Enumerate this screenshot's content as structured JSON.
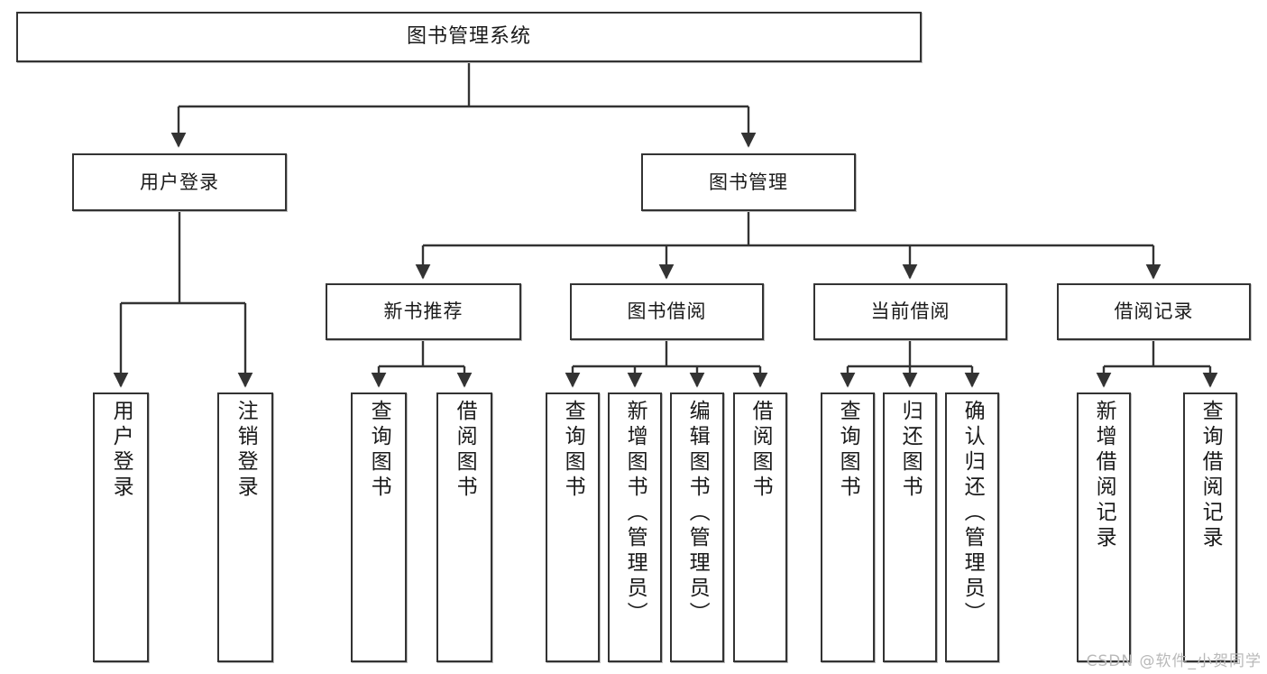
{
  "diagram": {
    "title": "图书管理系统",
    "watermark": "CSDN @软件_小贺同学",
    "colors": {
      "background": "#ffffff",
      "box_border": "#333333",
      "box_fill": "#ffffff",
      "connector": "#333333",
      "text": "#1a1a1a",
      "watermark": "#b9b9b9"
    },
    "levels": {
      "root": {
        "label": "图书管理系统"
      },
      "level2": [
        {
          "label": "用户登录"
        },
        {
          "label": "图书管理"
        }
      ],
      "level3": [
        {
          "label": "新书推荐"
        },
        {
          "label": "图书借阅"
        },
        {
          "label": "当前借阅"
        },
        {
          "label": "借阅记录"
        }
      ],
      "leaves": {
        "user_login": [
          {
            "label": "用户登录"
          },
          {
            "label": "注销登录"
          }
        ],
        "new_book_recommend": [
          {
            "label": "查询图书"
          },
          {
            "label": "借阅图书"
          }
        ],
        "book_borrow": [
          {
            "label": "查询图书"
          },
          {
            "label": "新增图书（管理员）"
          },
          {
            "label": "编辑图书（管理员）"
          },
          {
            "label": "借阅图书"
          }
        ],
        "current_borrow": [
          {
            "label": "查询图书"
          },
          {
            "label": "归还图书"
          },
          {
            "label": "确认归还（管理员）"
          }
        ],
        "borrow_record": [
          {
            "label": "新增借阅记录"
          },
          {
            "label": "查询借阅记录"
          }
        ]
      }
    }
  }
}
